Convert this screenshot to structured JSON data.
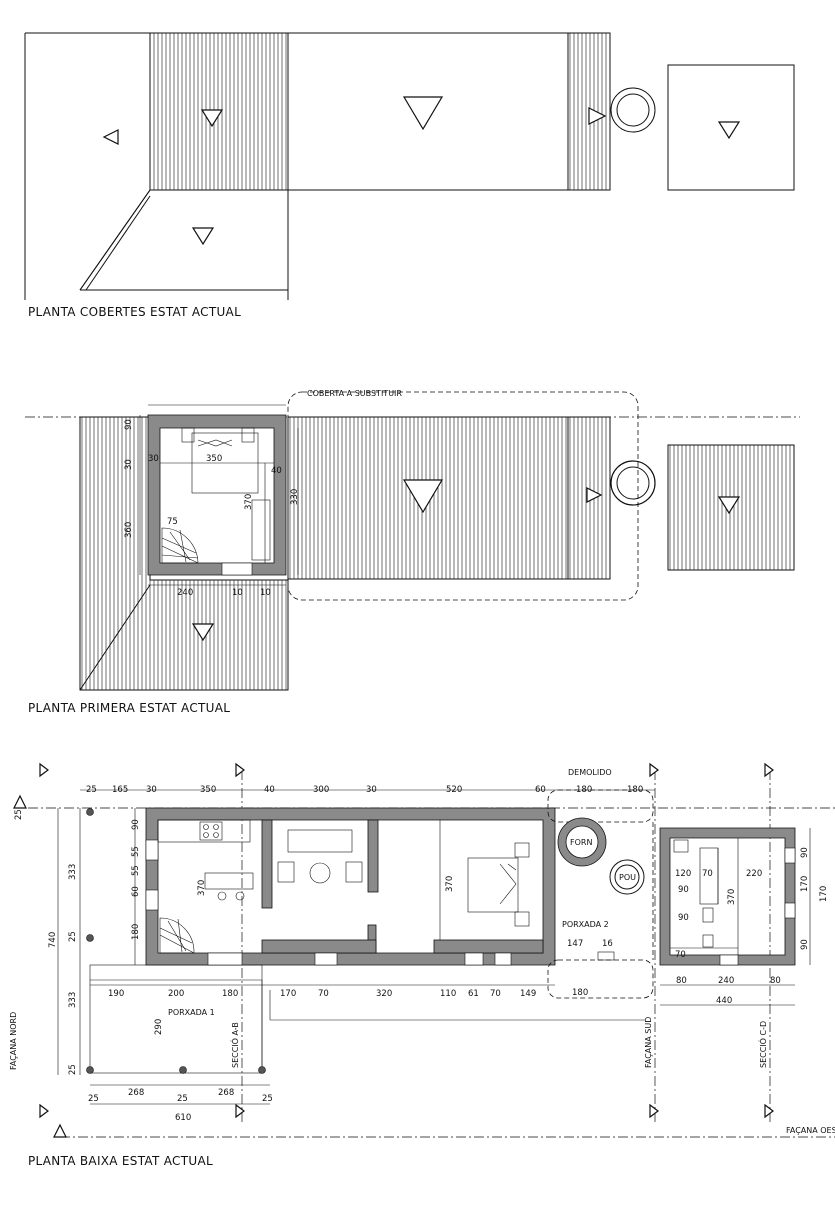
{
  "plans": {
    "roof": {
      "title": "PLANTA  COBERTES  ESTAT  ACTUAL"
    },
    "first": {
      "title": "PLANTA  PRIMERA  ESTAT  ACTUAL",
      "note": "COBERTA A SUBSTITUIR",
      "dims": {
        "d90": "90",
        "d30": "30",
        "d30b": "30",
        "d350": "350",
        "d40": "40",
        "d370": "370",
        "d330": "330",
        "d360": "360",
        "d75": "75",
        "d240": "240",
        "d10a": "10",
        "d10b": "10"
      }
    },
    "ground": {
      "title": "PLANTA  BAIXA  ESTAT  ACTUAL",
      "labels": {
        "demolido": "DEMOLIDO",
        "forn": "FORN",
        "pou": "POU",
        "porxada1": "PORXADA 1",
        "porxada2": "PORXADA 2",
        "facana_nord": "FAÇANA NORD",
        "seccio_ab": "SECCIÓ A-B",
        "facana_sud": "FAÇANA SUD",
        "seccio_cd": "SECCIÓ C-D",
        "facana_oest": "FAÇANA OEST"
      },
      "top_dims": {
        "t25": "25",
        "t165": "165",
        "t30": "30",
        "t350": "350",
        "t40": "40",
        "t300": "300",
        "t30b": "30",
        "t520": "520",
        "t60": "60",
        "t180": "180",
        "t180b": "180"
      },
      "left_dims": {
        "l25": "25",
        "l740": "740",
        "l333": "333",
        "l25b": "25",
        "l333b": "333",
        "l25c": "25",
        "l90": "90",
        "l55": "55",
        "l55b": "55",
        "l60": "60",
        "l180": "180",
        "l370": "370",
        "l370b": "370"
      },
      "bottom_dims": {
        "b190": "190",
        "b200": "200",
        "b180": "180",
        "b170": "170",
        "b70": "70",
        "b320": "320",
        "b110": "110",
        "b61": "61",
        "b70b": "70",
        "b149": "149",
        "b147": "147",
        "b16": "16",
        "b180b": "180",
        "b290": "290",
        "b25": "25",
        "b268": "268",
        "b25b": "25",
        "b268b": "268",
        "b25c": "25",
        "b610": "610"
      },
      "annex_dims": {
        "a120": "120",
        "a70": "70",
        "a220": "220",
        "a370": "370",
        "a90": "90",
        "a90b": "90",
        "a70b": "70",
        "a80": "80",
        "a240": "240",
        "a80b": "80",
        "a440": "440",
        "a90c": "90",
        "a170": "170",
        "a90d": "90",
        "a170b": "170"
      }
    }
  }
}
